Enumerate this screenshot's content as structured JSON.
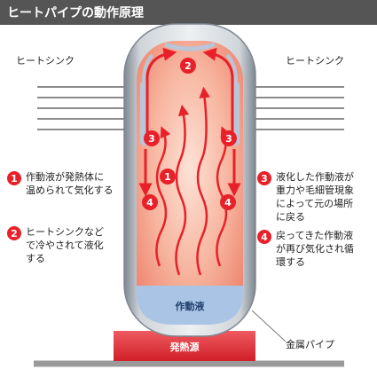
{
  "title": "ヒートパイプの動作原理",
  "labels": {
    "heat_sink_left": "ヒートシンク",
    "heat_sink_right": "ヒートシンク",
    "working_fluid": "作動液",
    "heat_source": "発熱源",
    "metal_pipe": "金属パイプ"
  },
  "steps": [
    {
      "num": "1",
      "lines": [
        "作動液が発熱体に",
        "温められて気化する"
      ]
    },
    {
      "num": "2",
      "lines": [
        "ヒートシンクなど",
        "で冷やされて液化",
        "する"
      ]
    },
    {
      "num": "3",
      "lines": [
        "液化した作動液が",
        "重力や毛細管現象",
        "によって元の場所",
        "に戻る"
      ]
    },
    {
      "num": "4",
      "lines": [
        "戻ってきた作動液",
        "が再び気化され循",
        "環する"
      ]
    }
  ],
  "colors": {
    "title_bg": "#555555",
    "step_badge": "#e8202a",
    "pipe_interior": "#f4a08a",
    "fluid": "#a9c4e4",
    "heat_source": "#e2353d",
    "arrow": "#e8202a"
  },
  "icons": {
    "flow_arrow": "arrow-icon",
    "step_badge": "numbered-circle"
  }
}
